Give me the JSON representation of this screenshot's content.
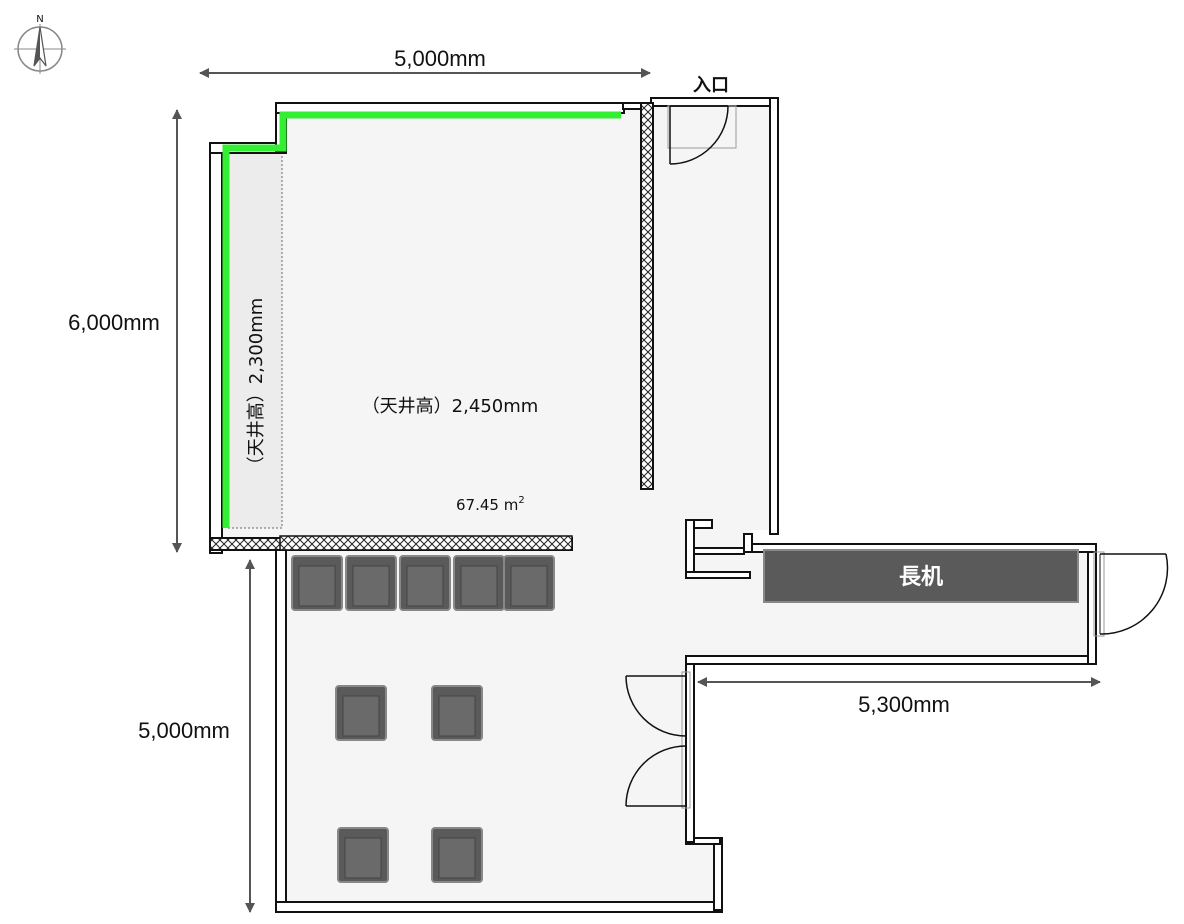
{
  "compass": {
    "north_label": "N",
    "icon": "compass-icon"
  },
  "dimensions": {
    "top_width": "5,000mm",
    "left_height": "6,000mm",
    "lower_height": "5,000mm",
    "corridor_width": "5,300mm"
  },
  "labels": {
    "entrance": "入口",
    "ceiling_main": "（天井高）2,450mm",
    "ceiling_side": "（天井高）2,300mm",
    "area_value": "67.45 m",
    "area_sup": "2",
    "long_desk": "長机"
  },
  "colors": {
    "floor": "#f5f5f5",
    "wall": "#111111",
    "highlight_wall": "#33ee33",
    "furniture": "#5a5a5a",
    "furniture_inner": "#6a6a6a",
    "arrow": "#555555"
  },
  "icons": {
    "chair": "chair-icon",
    "door": "door-swing-icon",
    "arrow": "dimension-arrow-icon"
  }
}
